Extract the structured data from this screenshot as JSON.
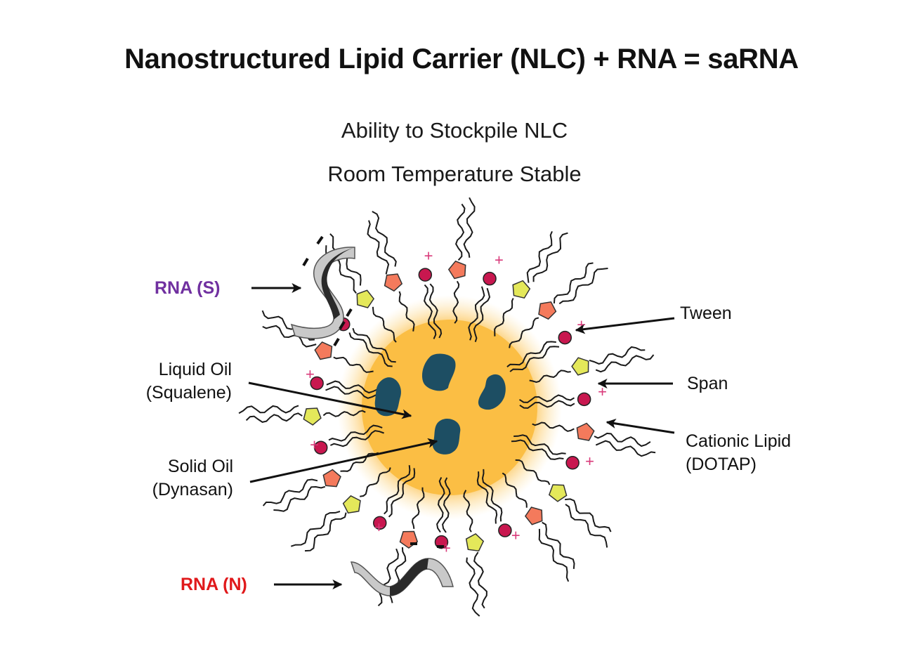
{
  "title": "Nanostructured Lipid Carrier (NLC) + RNA = saRNA",
  "subtitle_1": "Ability to Stockpile NLC",
  "subtitle_2": "Room Temperature Stable",
  "labels": {
    "rna_s": "RNA (S)",
    "rna_n": "RNA (N)",
    "liquid_oil_1": "Liquid Oil",
    "liquid_oil_2": "(Squalene)",
    "solid_oil_1": "Solid Oil",
    "solid_oil_2": "(Dynasan)",
    "tween": "Tween",
    "span": "Span",
    "cationic_1": "Cationic Lipid",
    "cationic_2": "(DOTAP)"
  },
  "colors": {
    "rna_s": "#7030a0",
    "rna_n": "#e0191b",
    "core": "#fbbf45",
    "oil_blob": "#1d4e63",
    "tween": "#f47a5c",
    "span": "#e4e85a",
    "cationic_head": "#c8174f",
    "charge": "#d93a7a"
  }
}
